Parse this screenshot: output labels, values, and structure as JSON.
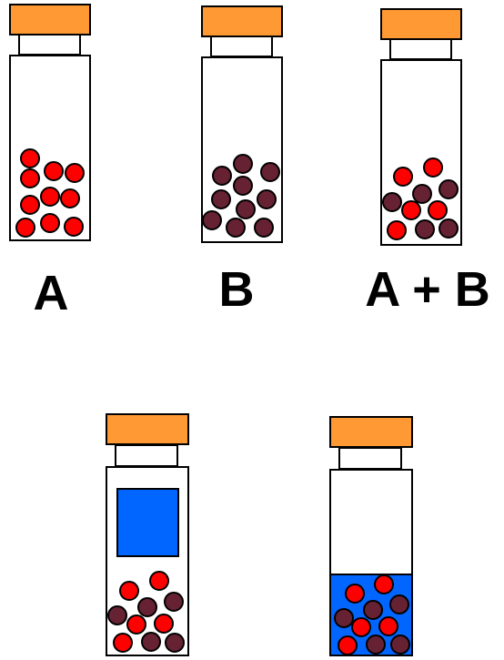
{
  "labels": {
    "vial_a": "A",
    "vial_b": "B",
    "vial_ab": "A + B"
  },
  "colors": {
    "cap": "#FF9933",
    "outline": "#000000",
    "glass": "#FFFFFF",
    "particle_a": "#FF0000",
    "particle_b": "#662233",
    "blue": "#0066FF"
  }
}
